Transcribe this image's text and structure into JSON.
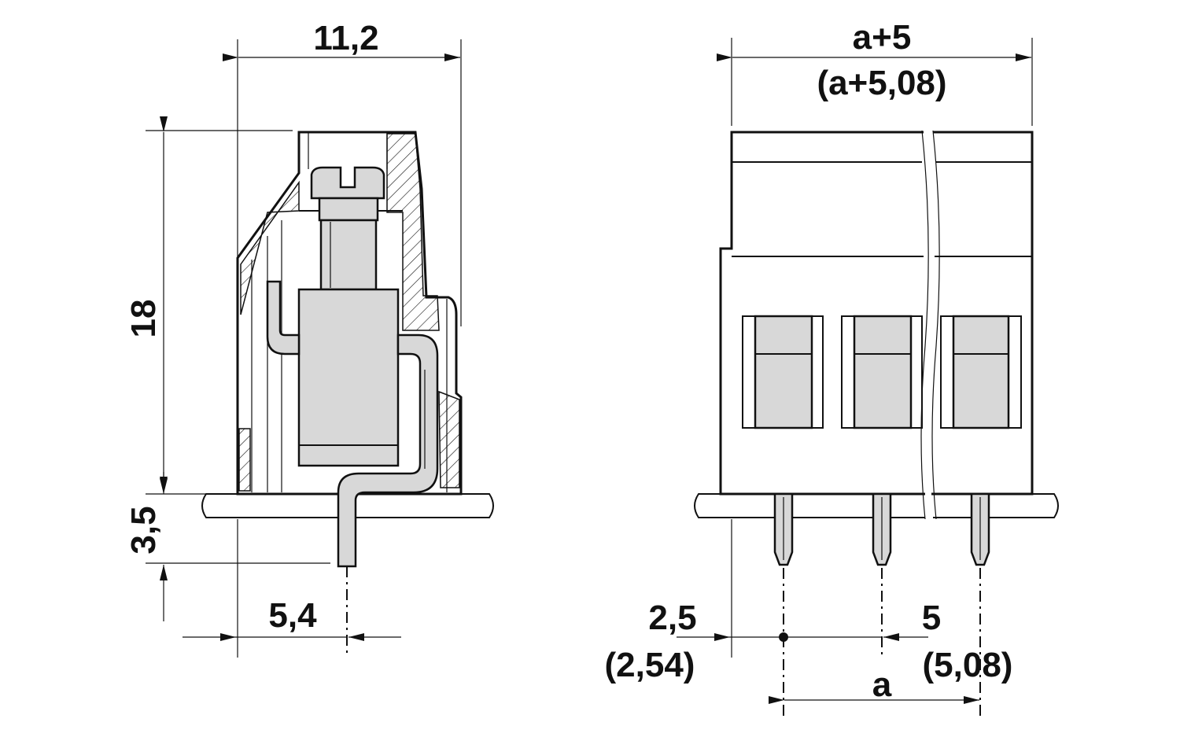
{
  "side_view": {
    "dim_width": "11,2",
    "dim_height": "18",
    "dim_pin_length": "3,5",
    "dim_pin_offset": "5,4"
  },
  "front_view": {
    "dim_total_width": "a+5",
    "dim_total_width_alt": "(a+5,08)",
    "dim_edge_offset": "2,5",
    "dim_edge_offset_alt": "(2,54)",
    "dim_pitch": "5",
    "dim_pitch_alt": "(5,08)",
    "dim_span": "a"
  },
  "colors": {
    "line": "#111111",
    "fill_grey": "#d8d8d8",
    "background": "#ffffff"
  }
}
